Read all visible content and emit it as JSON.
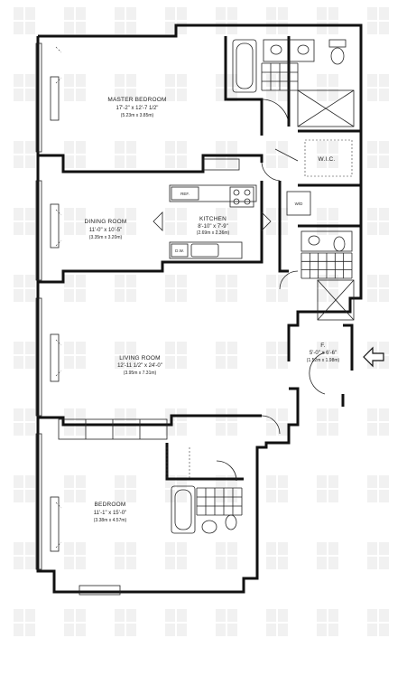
{
  "rooms": {
    "master_bedroom": {
      "name": "MASTER BEDROOM",
      "dim": "17'-2\" x 12'-7 1/2\"",
      "metric": "(5.23m x 3.85m)"
    },
    "dining_room": {
      "name": "DINING ROOM",
      "dim": "11'-0\" x 10'-5\"",
      "metric": "(3.35m x 3.20m)"
    },
    "kitchen": {
      "name": "KITCHEN",
      "dim": "8'-10\" x 7'-9\"",
      "metric": "(2.69m x 2.36m)"
    },
    "living_room": {
      "name": "LIVING ROOM",
      "dim": "12'-11 1/2\" x 24'-0\"",
      "metric": "(3.95m x 7.31m)"
    },
    "foyer": {
      "name": "F.",
      "dim": "5'-0\" x 6'-6\"",
      "metric": "(1.52m x 1.98m)"
    },
    "bedroom": {
      "name": "BEDROOM",
      "dim": "11'-1\" x 15'-0\"",
      "metric": "(3.38m x 4.57m)"
    },
    "wic": {
      "name": "W.I.C."
    }
  },
  "fixtures": {
    "ref": "REF.",
    "dw": "D.W.",
    "wd": "W/D"
  },
  "icons": {
    "entry": "entry-arrow-icon"
  },
  "colors": {
    "wall": "#111111",
    "watermark": "#f1f1f1"
  }
}
